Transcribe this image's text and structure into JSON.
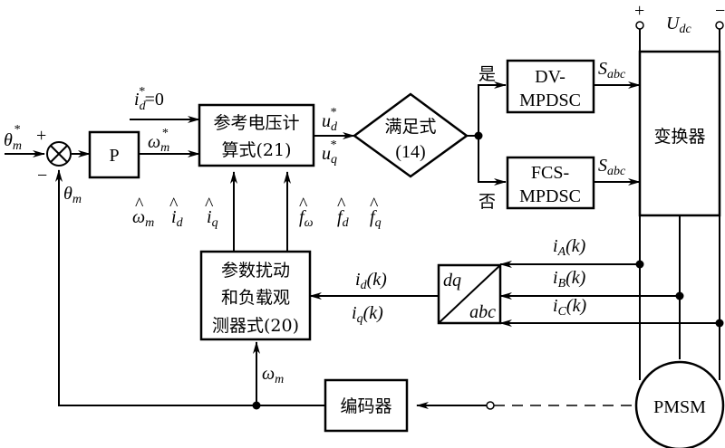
{
  "diagram": {
    "blocks": {
      "p_controller": "P",
      "ref_voltage": [
        "参考电压计",
        "算式(21)"
      ],
      "condition": [
        "满足式",
        "(14)"
      ],
      "dv_mpdsc": [
        "DV-",
        "MPDSC"
      ],
      "fcs_mpdsc": [
        "FCS-",
        "MPDSC"
      ],
      "converter": "变换器",
      "observer": [
        "参数扰动",
        "和负载观",
        "测器式(20)"
      ],
      "transform": {
        "top": "dq",
        "bottom": "abc"
      },
      "encoder": "编码器",
      "motor": "PMSM"
    },
    "signals": {
      "theta_ref": {
        "base": "θ",
        "sub": "m",
        "sup": "*"
      },
      "theta_m": {
        "base": "θ",
        "sub": "m"
      },
      "plus": "+",
      "minus": "−",
      "id_ref": {
        "base": "i",
        "sub": "d",
        "sup": "*",
        "tail": "=0"
      },
      "omega_ref": {
        "base": "ω",
        "sub": "m",
        "sup": "*"
      },
      "ud_ref": {
        "base": "u",
        "sub": "d",
        "sup": "*"
      },
      "uq_ref": {
        "base": "u",
        "sub": "q",
        "sup": "*"
      },
      "yes": "是",
      "no": "否",
      "s_abc": {
        "base": "S",
        "sub": "abc"
      },
      "udc": {
        "base": "U",
        "sub": "dc"
      },
      "dc_plus": "+",
      "dc_minus": "−",
      "hat_omega": {
        "base": "ω",
        "sub": "m",
        "hat": "^"
      },
      "hat_id": {
        "base": "i",
        "sub": "d",
        "hat": "^"
      },
      "hat_iq": {
        "base": "i",
        "sub": "q",
        "hat": "^"
      },
      "hat_fw": {
        "base": "f",
        "sub": "ω",
        "hat": "^"
      },
      "hat_fd": {
        "base": "f",
        "sub": "d",
        "hat": "^"
      },
      "hat_fq": {
        "base": "f",
        "sub": "q",
        "hat": "^"
      },
      "id_k": {
        "base": "i",
        "sub": "d",
        "tail": "(k)"
      },
      "iq_k": {
        "base": "i",
        "sub": "q",
        "tail": "(k)"
      },
      "ia_k": {
        "base": "i",
        "sub": "A",
        "tail": "(k)"
      },
      "ib_k": {
        "base": "i",
        "sub": "B",
        "tail": "(k)"
      },
      "ic_k": {
        "base": "i",
        "sub": "C",
        "tail": "(k)"
      },
      "omega_m": {
        "base": "ω",
        "sub": "m"
      }
    }
  }
}
